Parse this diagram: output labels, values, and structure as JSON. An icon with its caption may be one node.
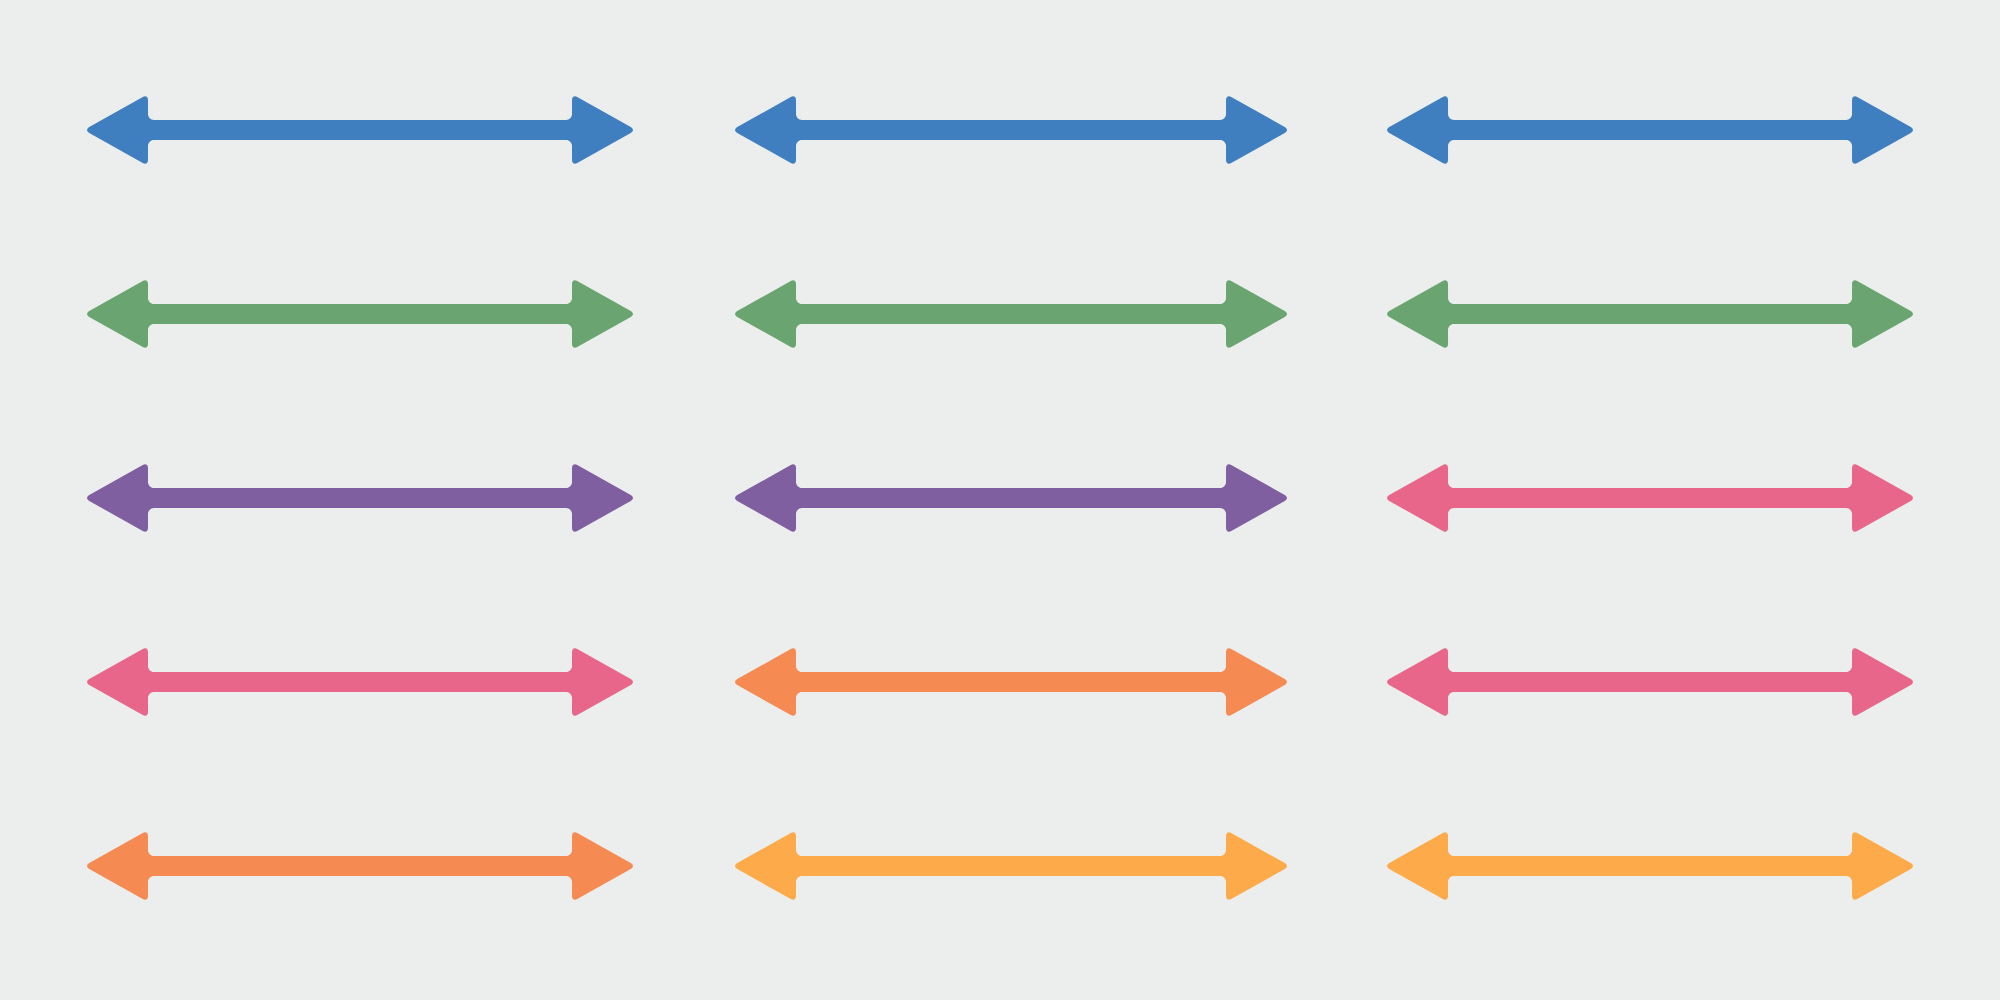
{
  "diagram": {
    "nodes": [
      {
        "text": [],
        "shape": "arrow"
      },
      {
        "text": [],
        "shape": "arrow"
      },
      {
        "text": [],
        "shape": "arrow"
      },
      {
        "text": [],
        "shape": "arrow"
      },
      {
        "text": [],
        "shape": "arrow"
      },
      {
        "text": [],
        "shape": "arrow"
      },
      {
        "text": [],
        "shape": "arrow"
      },
      {
        "text": [],
        "shape": "arrow"
      },
      {
        "text": [],
        "shape": "arrow"
      },
      {
        "text": [],
        "shape": "arrow"
      },
      {
        "text": [],
        "shape": "arrow"
      },
      {
        "text": [],
        "shape": "arrow"
      },
      {
        "text": [],
        "shape": "arrow"
      },
      {
        "text": [],
        "shape": "arrow"
      },
      {
        "text": [],
        "shape": "arrow"
      }
    ]
  }
}
